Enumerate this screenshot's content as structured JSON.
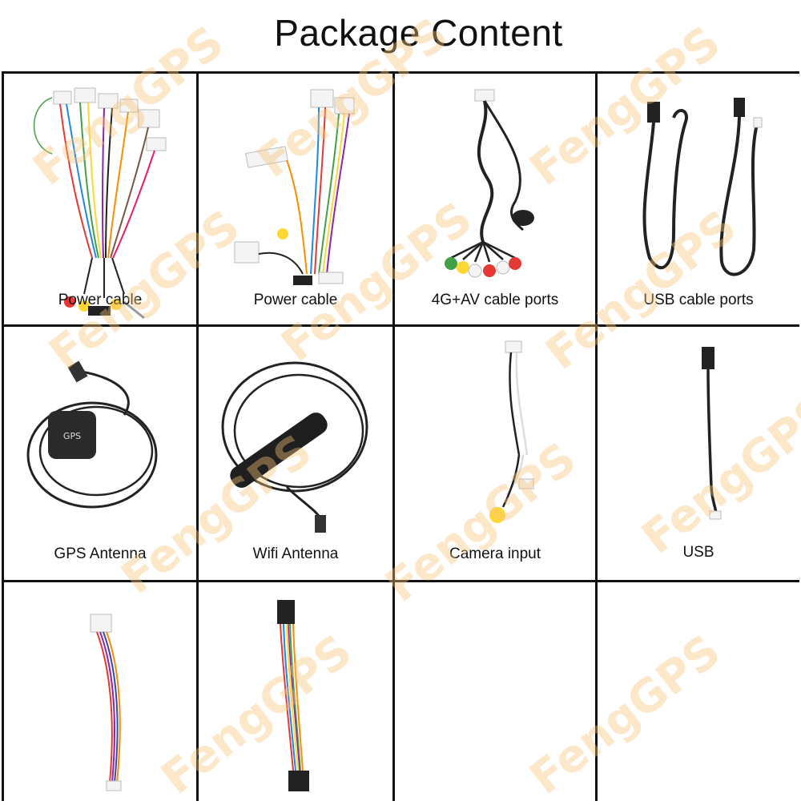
{
  "page": {
    "title": "Package Content"
  },
  "watermark": {
    "text": "FengGPS"
  },
  "items": [
    {
      "label": "Power cable",
      "icon": "power-cable-harness-icon"
    },
    {
      "label": "Power cable",
      "icon": "power-cable-harness-icon"
    },
    {
      "label": "4G+AV cable ports",
      "icon": "av-cable-icon"
    },
    {
      "label": "USB cable ports",
      "icon": "usb-cable-icon"
    },
    {
      "label": "GPS Antenna",
      "icon": "gps-antenna-icon",
      "chip_text": "GPS"
    },
    {
      "label": "Wifi Antenna",
      "icon": "wifi-antenna-icon"
    },
    {
      "label": "Camera input",
      "icon": "camera-cable-icon"
    },
    {
      "label": "USB",
      "icon": "usb-cable-icon"
    },
    {
      "label": "",
      "icon": "small-harness-icon"
    },
    {
      "label": "",
      "icon": "iso-harness-icon"
    },
    {
      "label": ""
    },
    {
      "label": ""
    }
  ],
  "colors": {
    "grid": "#111111",
    "watermark": "#f7c478"
  }
}
